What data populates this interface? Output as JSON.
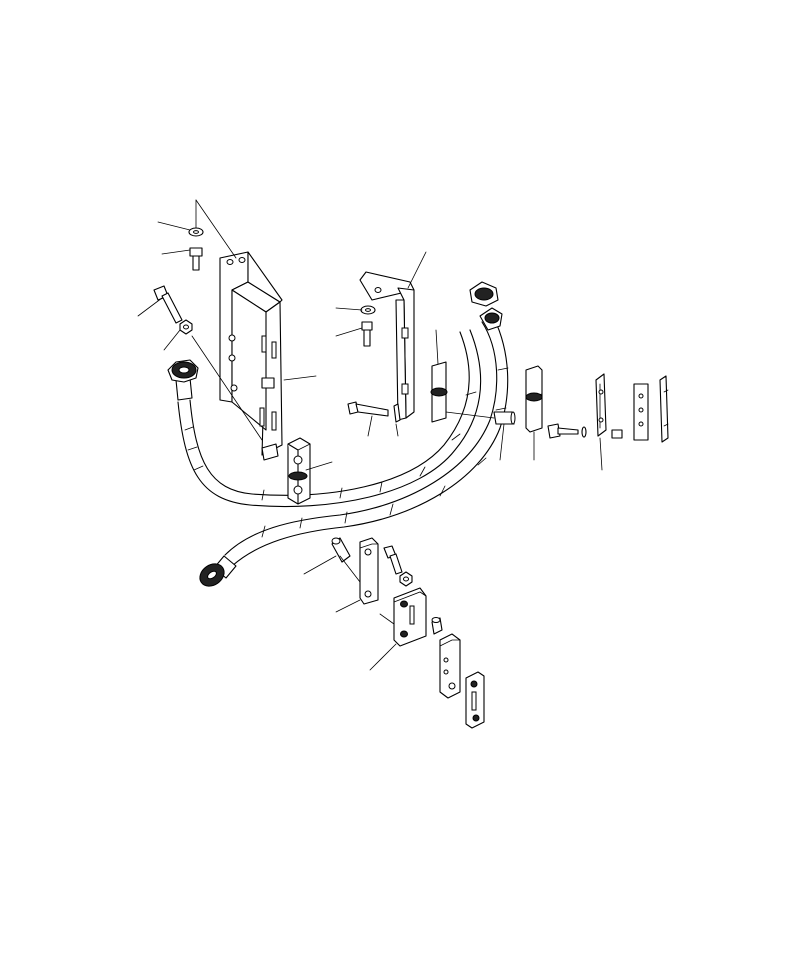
{
  "diagram": {
    "type": "exploded-parts-view",
    "parts": [
      "washer",
      "bolt",
      "long-bolt",
      "nut",
      "front-bracket",
      "upper-bracket",
      "hose-assembly",
      "hose-fitting",
      "clamp-block",
      "clamp-plate",
      "spacer",
      "pin",
      "rear-clamp-plate",
      "rear-clamp-block"
    ]
  }
}
